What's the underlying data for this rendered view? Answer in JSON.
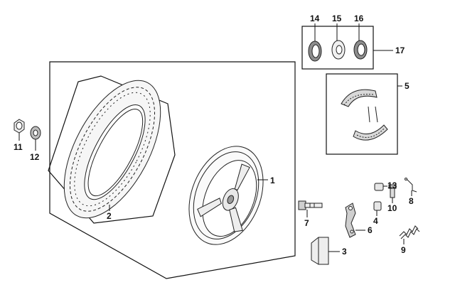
{
  "colors": {
    "ink": "#111111",
    "part_fill": "#f2f2f2",
    "part_shade": "#9a9a9a",
    "background": "#ffffff"
  },
  "callouts": {
    "c1": "1",
    "c2": "2",
    "c3": "3",
    "c4": "4",
    "c5": "5",
    "c6": "6",
    "c7": "7",
    "c8": "8",
    "c9": "9",
    "c10": "10",
    "c11": "11",
    "c12": "12",
    "c13": "13",
    "c14": "14",
    "c15": "15",
    "c16": "16",
    "c17": "17"
  }
}
